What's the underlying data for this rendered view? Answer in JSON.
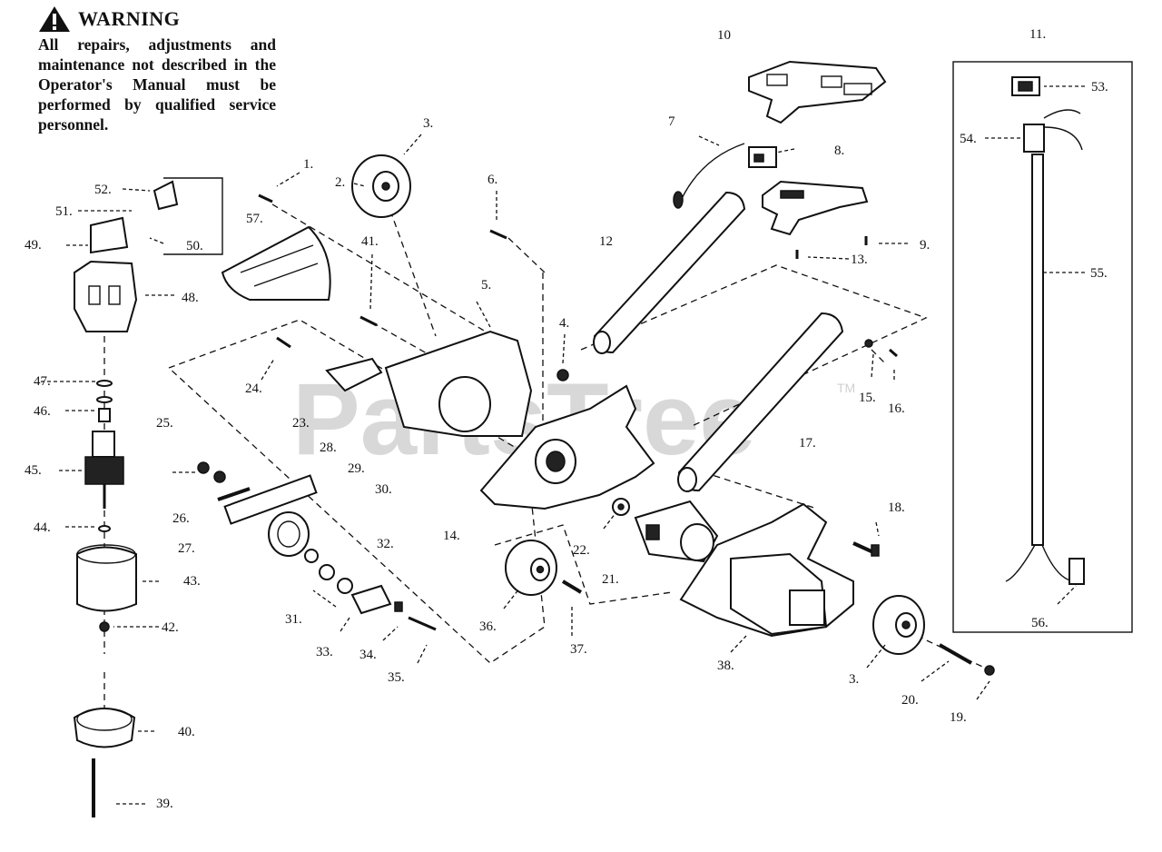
{
  "warning": {
    "title": "WARNING",
    "text": "All repairs, adjustments and maintenance not described in the Operator's Manual must be performed by qualified service personnel."
  },
  "watermark": {
    "text": "PartsTree",
    "tm": "TM"
  },
  "callouts": [
    {
      "id": "c1",
      "text": "1."
    },
    {
      "id": "c2",
      "text": "2."
    },
    {
      "id": "c3a",
      "text": "3."
    },
    {
      "id": "c3b",
      "text": "3."
    },
    {
      "id": "c4",
      "text": "4."
    },
    {
      "id": "c5",
      "text": "5."
    },
    {
      "id": "c6",
      "text": "6."
    },
    {
      "id": "c7",
      "text": "7"
    },
    {
      "id": "c8",
      "text": "8."
    },
    {
      "id": "c9",
      "text": "9."
    },
    {
      "id": "c10",
      "text": "10"
    },
    {
      "id": "c11",
      "text": "11."
    },
    {
      "id": "c12",
      "text": "12"
    },
    {
      "id": "c13",
      "text": "13."
    },
    {
      "id": "c14",
      "text": "14."
    },
    {
      "id": "c15",
      "text": "15."
    },
    {
      "id": "c16",
      "text": "16."
    },
    {
      "id": "c17",
      "text": "17."
    },
    {
      "id": "c18",
      "text": "18."
    },
    {
      "id": "c19",
      "text": "19."
    },
    {
      "id": "c20",
      "text": "20."
    },
    {
      "id": "c21",
      "text": "21."
    },
    {
      "id": "c22",
      "text": "22."
    },
    {
      "id": "c23",
      "text": "23."
    },
    {
      "id": "c24",
      "text": "24."
    },
    {
      "id": "c25",
      "text": "25."
    },
    {
      "id": "c26",
      "text": "26."
    },
    {
      "id": "c27",
      "text": "27."
    },
    {
      "id": "c28",
      "text": "28."
    },
    {
      "id": "c29",
      "text": "29."
    },
    {
      "id": "c30",
      "text": "30."
    },
    {
      "id": "c31",
      "text": "31."
    },
    {
      "id": "c32",
      "text": "32."
    },
    {
      "id": "c33",
      "text": "33."
    },
    {
      "id": "c34",
      "text": "34."
    },
    {
      "id": "c35",
      "text": "35."
    },
    {
      "id": "c36",
      "text": "36."
    },
    {
      "id": "c37",
      "text": "37."
    },
    {
      "id": "c38",
      "text": "38."
    },
    {
      "id": "c39",
      "text": "39."
    },
    {
      "id": "c40",
      "text": "40."
    },
    {
      "id": "c41",
      "text": "41."
    },
    {
      "id": "c42",
      "text": "42."
    },
    {
      "id": "c43",
      "text": "43."
    },
    {
      "id": "c44",
      "text": "44."
    },
    {
      "id": "c45",
      "text": "45."
    },
    {
      "id": "c46",
      "text": "46."
    },
    {
      "id": "c47",
      "text": "47."
    },
    {
      "id": "c48",
      "text": "48."
    },
    {
      "id": "c49",
      "text": "49."
    },
    {
      "id": "c50",
      "text": "50."
    },
    {
      "id": "c51",
      "text": "51."
    },
    {
      "id": "c52",
      "text": "52."
    },
    {
      "id": "c53",
      "text": "53."
    },
    {
      "id": "c54",
      "text": "54."
    },
    {
      "id": "c55",
      "text": "55."
    },
    {
      "id": "c56",
      "text": "56."
    },
    {
      "id": "c57",
      "text": "57."
    }
  ]
}
